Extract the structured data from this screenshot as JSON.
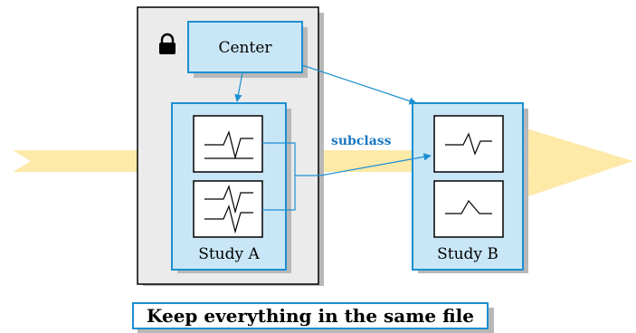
{
  "diagram": {
    "center_label": "Center",
    "study_a_label": "Study A",
    "study_b_label": "Study B",
    "arrow_label": "subclass",
    "lock_icon": "lock-icon",
    "flow_arrow": "horizontal-flow-arrow"
  },
  "caption": "Keep everything in the same file",
  "colors": {
    "flow": "#fbe7a6",
    "box_fill": "#c9e6f6",
    "box_border": "#1b8fd0",
    "group_fill": "#ebebeb",
    "shadow": "#b8b8b8",
    "accent_text": "#1b78c2"
  }
}
